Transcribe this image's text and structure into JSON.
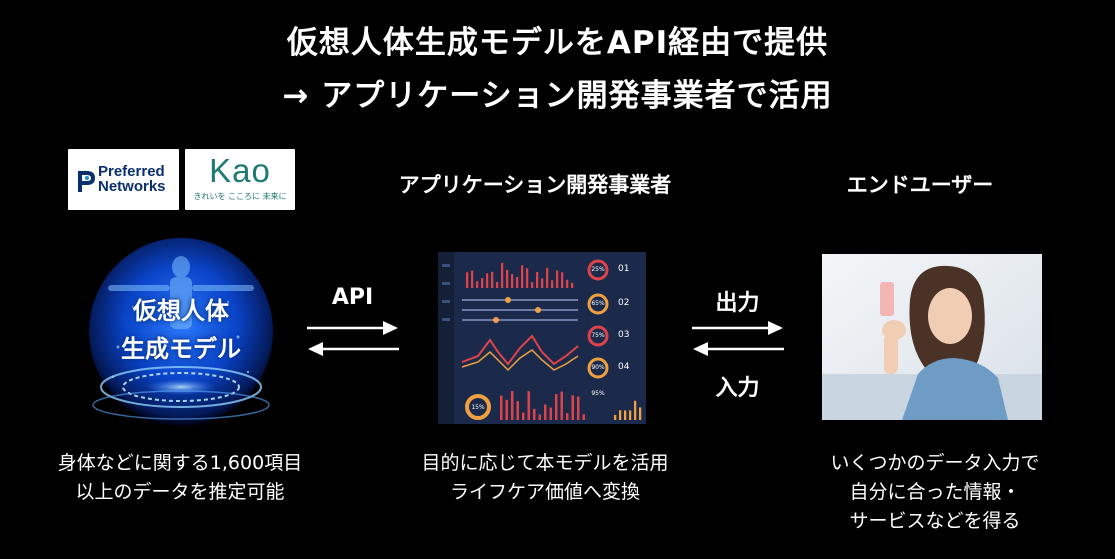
{
  "title": {
    "line1": "仮想人体生成モデルをAPI経由で提供",
    "line2": "→ アプリケーション開発事業者で活用"
  },
  "logos": {
    "pfn": {
      "line1": "Preferred",
      "line2": "Networks",
      "color": "#0a2f6e",
      "accent": "#1a8be0"
    },
    "kao": {
      "name": "Kao",
      "tagline": "きれいを こころに 未来に",
      "color": "#1f7a73"
    }
  },
  "columns": {
    "developer": {
      "heading": "アプリケーション開発事業者"
    },
    "enduser": {
      "heading": "エンドユーザー"
    }
  },
  "model": {
    "line1": "仮想人体",
    "line2": "生成モデル"
  },
  "arrows": {
    "api": "API",
    "output": "出力",
    "input": "入力"
  },
  "captions": {
    "model": [
      "身体などに関する1,600項目",
      "以上のデータを推定可能"
    ],
    "developer": [
      "目的に応じて本モデルを活用",
      "ライフケア価値へ変換"
    ],
    "enduser": [
      "いくつかのデータ入力で",
      "自分に合った情報・",
      "サービスなどを得る"
    ]
  },
  "dashboard": {
    "stats": [
      "01",
      "02",
      "03",
      "04"
    ],
    "percents": [
      "25%",
      "65%",
      "75%",
      "90%",
      "95%",
      "15%"
    ]
  },
  "colors": {
    "background": "#000000",
    "text": "#ffffff",
    "sphere": "#0a44c8",
    "dashboard_bg": "#1b2a4a",
    "chart_red": "#e0424a",
    "chart_orange": "#f0a040"
  }
}
